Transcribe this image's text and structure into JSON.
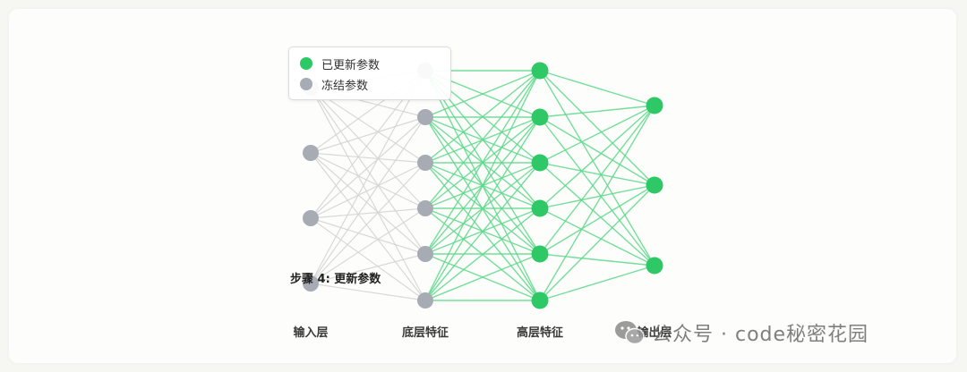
{
  "colors": {
    "updated": "#2ec866",
    "updated_edge": "#5cd98a",
    "frozen": "#a7abb4",
    "frozen_edge": "#d4d6d4"
  },
  "legend": {
    "updated_label": "已更新参数",
    "frozen_label": "冻结参数"
  },
  "step_label": "步骤 4: 更新参数",
  "layers": [
    {
      "label": "输入层",
      "nodes": 4,
      "state": "frozen"
    },
    {
      "label": "底层特征",
      "nodes": 6,
      "state": "frozen"
    },
    {
      "label": "高层特征",
      "nodes": 6,
      "state": "updated"
    },
    {
      "label": "输出层",
      "nodes": 3,
      "state": "updated"
    }
  ],
  "connections": [
    {
      "from_layer": 0,
      "to_layer": 1,
      "state": "frozen"
    },
    {
      "from_layer": 1,
      "to_layer": 2,
      "state": "updated"
    },
    {
      "from_layer": 2,
      "to_layer": 3,
      "state": "updated"
    }
  ],
  "watermark": {
    "icon": "wechat-icon",
    "text": "公众号 · code秘密花园"
  }
}
